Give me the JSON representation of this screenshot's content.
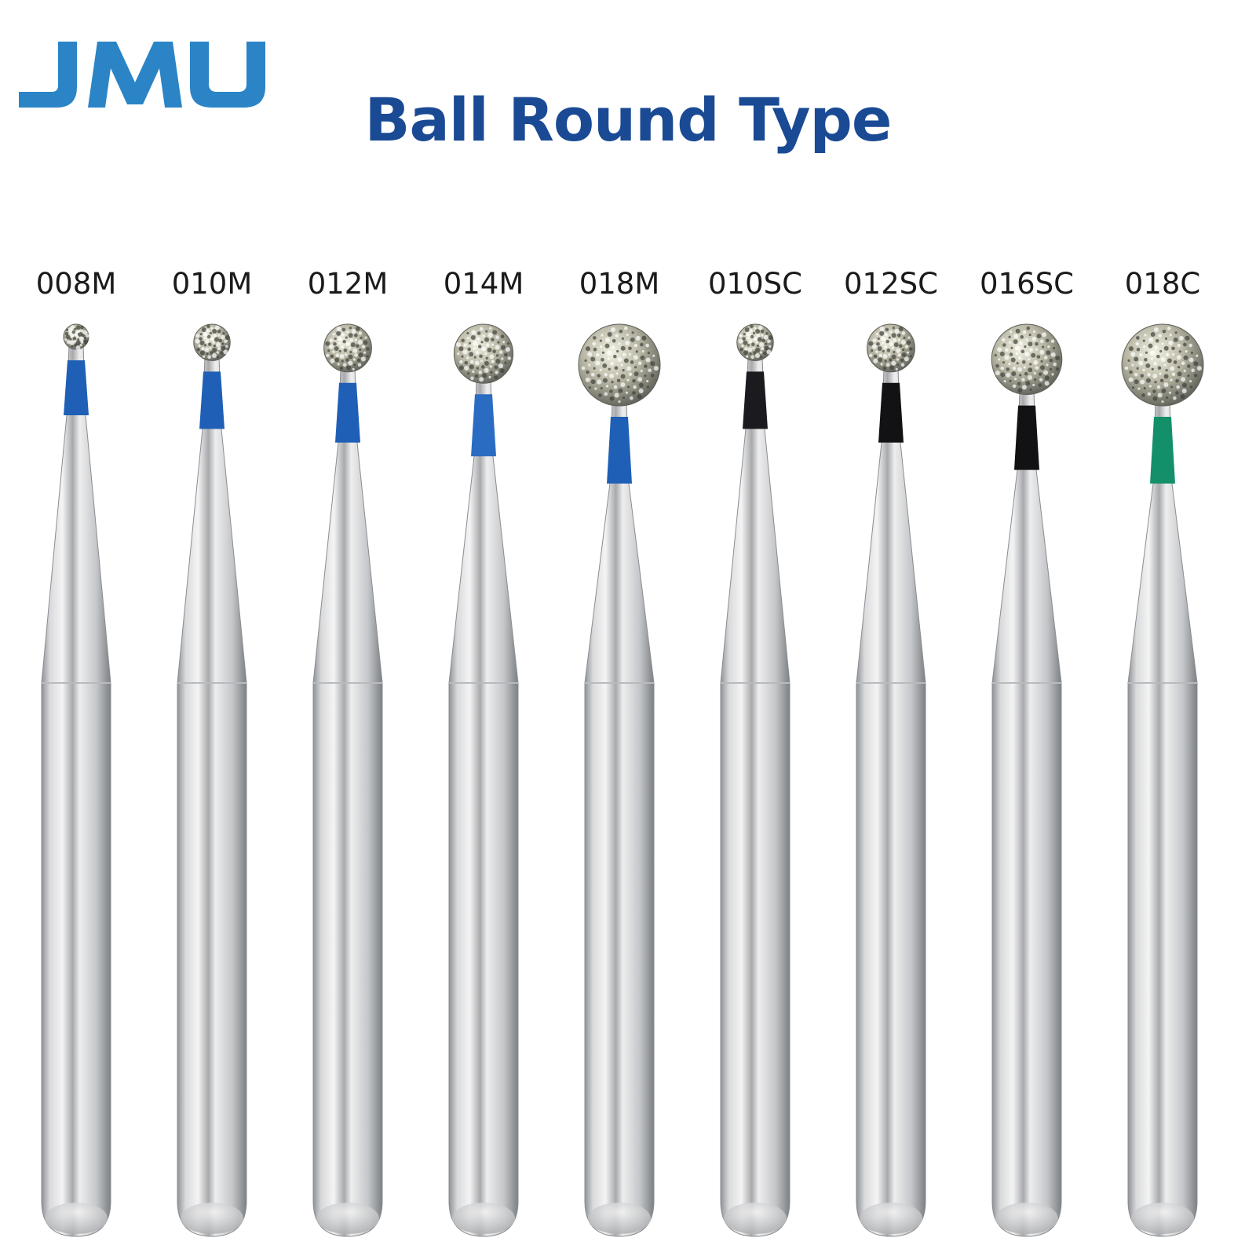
{
  "logo": {
    "text": "JMU",
    "color": "#2a84c6"
  },
  "title": "Ball Round Type",
  "title_color": "#1a4a94",
  "burs": [
    {
      "code": "008M",
      "head_size": 0.008,
      "band_color": "#1f5fb5",
      "band": "blue"
    },
    {
      "code": "010M",
      "head_size": 0.01,
      "band_color": "#1f5fb5",
      "band": "blue"
    },
    {
      "code": "012M",
      "head_size": 0.012,
      "band_color": "#1f5fb5",
      "band": "blue"
    },
    {
      "code": "014M",
      "head_size": 0.014,
      "band_color": "#2a6cc2",
      "band": "blue"
    },
    {
      "code": "018M",
      "head_size": 0.018,
      "band_color": "#1f5fb5",
      "band": "blue"
    },
    {
      "code": "010SC",
      "head_size": 0.01,
      "band_color": "#1b1b1f",
      "band": "black"
    },
    {
      "code": "012SC",
      "head_size": 0.012,
      "band_color": "#121214",
      "band": "black"
    },
    {
      "code": "016SC",
      "head_size": 0.016,
      "band_color": "#121214",
      "band": "black"
    },
    {
      "code": "018C",
      "head_size": 0.018,
      "band_color": "#13906a",
      "band": "green"
    }
  ]
}
